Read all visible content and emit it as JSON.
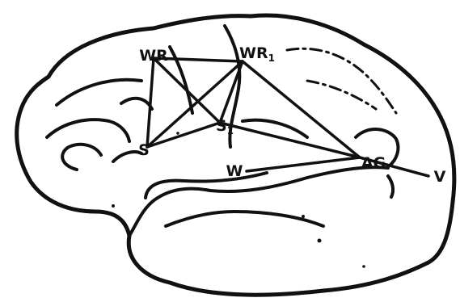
{
  "diagram": {
    "nodes": [
      {
        "id": "WR",
        "label": "WR",
        "sub": ""
      },
      {
        "id": "WR1",
        "label": "WR",
        "sub": "1"
      },
      {
        "id": "S",
        "label": "S",
        "sub": ""
      },
      {
        "id": "S1",
        "label": "S",
        "sub": "1"
      },
      {
        "id": "AG",
        "label": "AG",
        "sub": ""
      },
      {
        "id": "W",
        "label": "W",
        "sub": ""
      },
      {
        "id": "V",
        "label": "V",
        "sub": ""
      }
    ],
    "edges": [
      [
        "WR",
        "WR1"
      ],
      [
        "WR",
        "S"
      ],
      [
        "WR",
        "S1"
      ],
      [
        "WR1",
        "S"
      ],
      [
        "WR1",
        "S1"
      ],
      [
        "WR1",
        "AG"
      ],
      [
        "S",
        "S1"
      ],
      [
        "S1",
        "AG"
      ],
      [
        "W",
        "AG"
      ],
      [
        "AG",
        "V"
      ]
    ]
  }
}
